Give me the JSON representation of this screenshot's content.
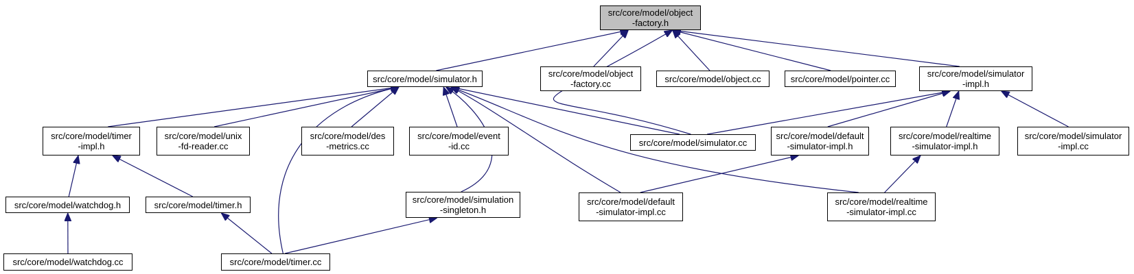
{
  "graph": {
    "edge_color": "#191970",
    "focus_fill": "#bfbfbf",
    "nodes": [
      {
        "id": "object-factory-h",
        "lines": [
          "src/core/model/object",
          "-factory.h"
        ],
        "focus": true
      },
      {
        "id": "simulator-h",
        "lines": [
          "src/core/model/simulator.h"
        ]
      },
      {
        "id": "object-factory-cc",
        "lines": [
          "src/core/model/object",
          "-factory.cc"
        ]
      },
      {
        "id": "object-cc",
        "lines": [
          "src/core/model/object.cc"
        ]
      },
      {
        "id": "pointer-cc",
        "lines": [
          "src/core/model/pointer.cc"
        ]
      },
      {
        "id": "simulator-impl-h",
        "lines": [
          "src/core/model/simulator",
          "-impl.h"
        ]
      },
      {
        "id": "timer-impl-h",
        "lines": [
          "src/core/model/timer",
          "-impl.h"
        ]
      },
      {
        "id": "unix-fd-reader-cc",
        "lines": [
          "src/core/model/unix",
          "-fd-reader.cc"
        ]
      },
      {
        "id": "des-metrics-cc",
        "lines": [
          "src/core/model/des",
          "-metrics.cc"
        ]
      },
      {
        "id": "event-id-cc",
        "lines": [
          "src/core/model/event",
          "-id.cc"
        ]
      },
      {
        "id": "simulator-cc",
        "lines": [
          "src/core/model/simulator.cc"
        ]
      },
      {
        "id": "default-simulator-impl-h",
        "lines": [
          "src/core/model/default",
          "-simulator-impl.h"
        ]
      },
      {
        "id": "realtime-simulator-impl-h",
        "lines": [
          "src/core/model/realtime",
          "-simulator-impl.h"
        ]
      },
      {
        "id": "simulator-impl-cc",
        "lines": [
          "src/core/model/simulator",
          "-impl.cc"
        ]
      },
      {
        "id": "watchdog-h",
        "lines": [
          "src/core/model/watchdog.h"
        ]
      },
      {
        "id": "timer-h",
        "lines": [
          "src/core/model/timer.h"
        ]
      },
      {
        "id": "simulation-singleton-h",
        "lines": [
          "src/core/model/simulation",
          "-singleton.h"
        ]
      },
      {
        "id": "default-simulator-impl-cc",
        "lines": [
          "src/core/model/default",
          "-simulator-impl.cc"
        ]
      },
      {
        "id": "realtime-simulator-impl-cc",
        "lines": [
          "src/core/model/realtime",
          "-simulator-impl.cc"
        ]
      },
      {
        "id": "watchdog-cc",
        "lines": [
          "src/core/model/watchdog.cc"
        ]
      },
      {
        "id": "timer-cc",
        "lines": [
          "src/core/model/timer.cc"
        ]
      }
    ],
    "edges": [
      {
        "from": "simulator-h",
        "to": "object-factory-h"
      },
      {
        "from": "object-factory-cc",
        "to": "object-factory-h"
      },
      {
        "from": "object-cc",
        "to": "object-factory-h"
      },
      {
        "from": "pointer-cc",
        "to": "object-factory-h"
      },
      {
        "from": "simulator-impl-h",
        "to": "object-factory-h"
      },
      {
        "from": "simulator-cc",
        "to": "object-factory-h"
      },
      {
        "from": "timer-impl-h",
        "to": "simulator-h"
      },
      {
        "from": "unix-fd-reader-cc",
        "to": "simulator-h"
      },
      {
        "from": "des-metrics-cc",
        "to": "simulator-h"
      },
      {
        "from": "event-id-cc",
        "to": "simulator-h"
      },
      {
        "from": "simulator-cc",
        "to": "simulator-h"
      },
      {
        "from": "timer-cc",
        "to": "simulator-h"
      },
      {
        "from": "simulation-singleton-h",
        "to": "simulator-h"
      },
      {
        "from": "default-simulator-impl-cc",
        "to": "simulator-h"
      },
      {
        "from": "realtime-simulator-impl-cc",
        "to": "simulator-h"
      },
      {
        "from": "simulator-cc",
        "to": "simulator-impl-h"
      },
      {
        "from": "default-simulator-impl-h",
        "to": "simulator-impl-h"
      },
      {
        "from": "realtime-simulator-impl-h",
        "to": "simulator-impl-h"
      },
      {
        "from": "simulator-impl-cc",
        "to": "simulator-impl-h"
      },
      {
        "from": "watchdog-h",
        "to": "timer-impl-h"
      },
      {
        "from": "timer-h",
        "to": "timer-impl-h"
      },
      {
        "from": "watchdog-cc",
        "to": "watchdog-h"
      },
      {
        "from": "timer-cc",
        "to": "timer-h"
      },
      {
        "from": "timer-cc",
        "to": "simulation-singleton-h"
      },
      {
        "from": "default-simulator-impl-cc",
        "to": "default-simulator-impl-h"
      },
      {
        "from": "realtime-simulator-impl-cc",
        "to": "realtime-simulator-impl-h"
      }
    ]
  }
}
